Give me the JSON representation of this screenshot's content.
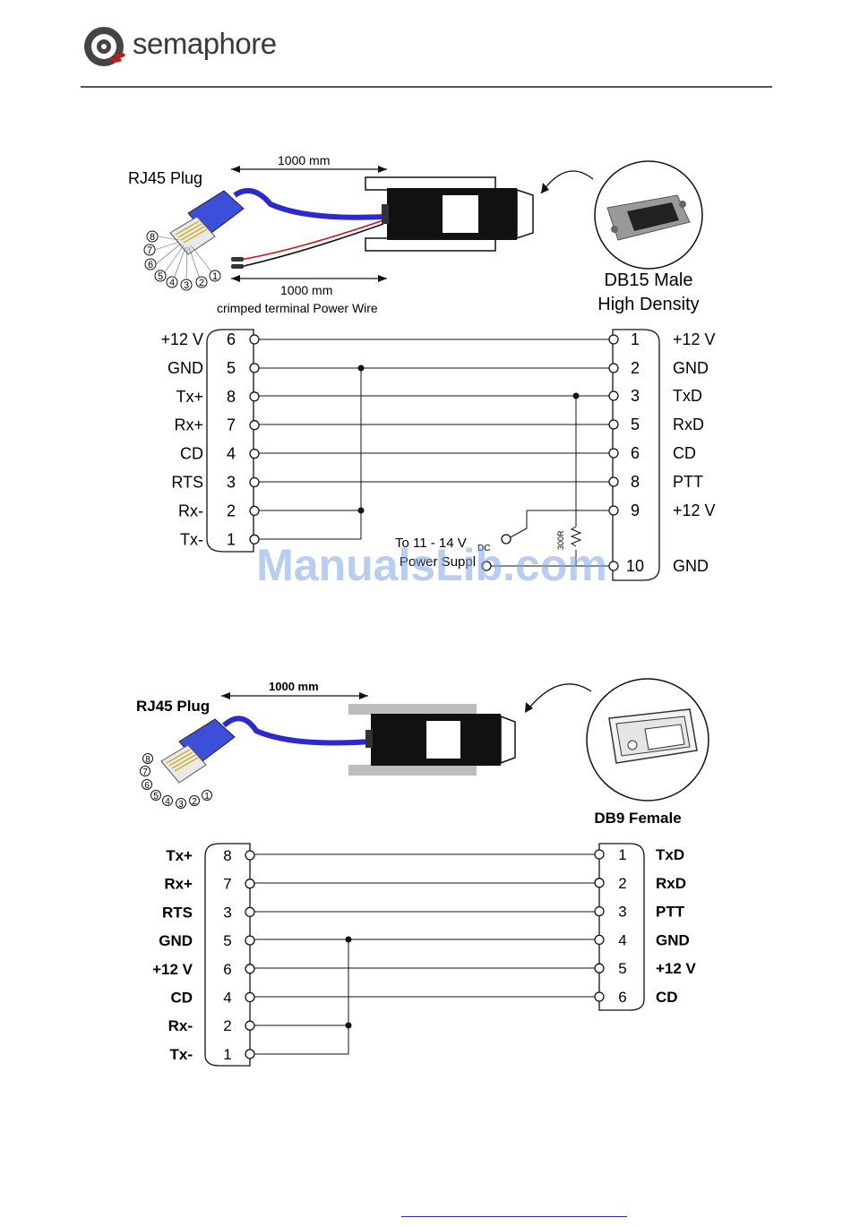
{
  "header": {
    "logo_text": "semaphore"
  },
  "diagram1": {
    "plug_label": "RJ45 Plug",
    "cable_length": "1000 mm",
    "power_length": "1000 mm",
    "power_wire_label": "crimped terminal Power Wire",
    "connector_label_line1": "DB15 Male",
    "connector_label_line2": "High Density",
    "left_pins": [
      {
        "name": "+12 V",
        "num": "6"
      },
      {
        "name": "GND",
        "num": "5"
      },
      {
        "name": "Tx+",
        "num": "8"
      },
      {
        "name": "Rx+",
        "num": "7"
      },
      {
        "name": "CD",
        "num": "4"
      },
      {
        "name": "RTS",
        "num": "3"
      },
      {
        "name": "Rx-",
        "num": "2"
      },
      {
        "name": "Tx-",
        "num": "1"
      }
    ],
    "right_pins": [
      {
        "num": "1",
        "name": "+12 V"
      },
      {
        "num": "2",
        "name": "GND"
      },
      {
        "num": "3",
        "name": "TxD"
      },
      {
        "num": "5",
        "name": "RxD"
      },
      {
        "num": "6",
        "name": "CD"
      },
      {
        "num": "8",
        "name": "PTT"
      },
      {
        "num": "9",
        "name": "+12 V"
      },
      {
        "num": "10",
        "name": "GND"
      }
    ],
    "power_supply_line1": "To 11 - 14 V",
    "power_supply_dc": "DC",
    "power_supply_line2": "Power Suppl",
    "resistor_label": "300R",
    "plug_pin_numbers": [
      "8",
      "7",
      "6",
      "5",
      "4",
      "3",
      "2",
      "1"
    ]
  },
  "diagram2": {
    "plug_label": "RJ45 Plug",
    "cable_length": "1000 mm",
    "connector_label": "DB9 Female",
    "left_pins": [
      {
        "name": "Tx+",
        "num": "8"
      },
      {
        "name": "Rx+",
        "num": "7"
      },
      {
        "name": "RTS",
        "num": "3"
      },
      {
        "name": "GND",
        "num": "5"
      },
      {
        "name": "+12 V",
        "num": "6"
      },
      {
        "name": "CD",
        "num": "4"
      },
      {
        "name": "Rx-",
        "num": "2"
      },
      {
        "name": "Tx-",
        "num": "1"
      }
    ],
    "right_pins": [
      {
        "num": "1",
        "name": "TxD"
      },
      {
        "num": "2",
        "name": "RxD"
      },
      {
        "num": "3",
        "name": "PTT"
      },
      {
        "num": "4",
        "name": "GND"
      },
      {
        "num": "5",
        "name": "+12 V"
      },
      {
        "num": "6",
        "name": "CD"
      }
    ],
    "plug_pin_numbers": [
      "8",
      "7",
      "6",
      "5",
      "4",
      "3",
      "2",
      "1"
    ]
  },
  "watermark": "ManualsLib.com",
  "colors": {
    "cable": "#2a2ad0",
    "plug": "#3b4fd8",
    "wire_red": "#d01010",
    "rule": "#555555",
    "watermark": "#7ea6e6"
  }
}
